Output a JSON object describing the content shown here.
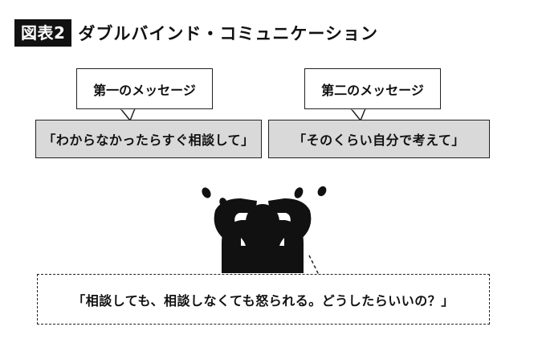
{
  "header": {
    "badge": "図表2",
    "title": "ダブルバインド・コミュニケーション"
  },
  "messages": [
    {
      "label": "第一のメッセージ",
      "quote": "「わからなかったらすぐ相談して」"
    },
    {
      "label": "第二のメッセージ",
      "quote": "「そのくらい自分で考えて」"
    }
  ],
  "thought": "「相談しても、相談しなくても怒られる。どうしたらいいの？」",
  "colors": {
    "ink": "#111111",
    "quote_fill": "#d9d9d9",
    "background": "#ffffff"
  },
  "icons": {
    "person": "stressed-person-icon",
    "sweat": "sweat-drop-icon"
  }
}
